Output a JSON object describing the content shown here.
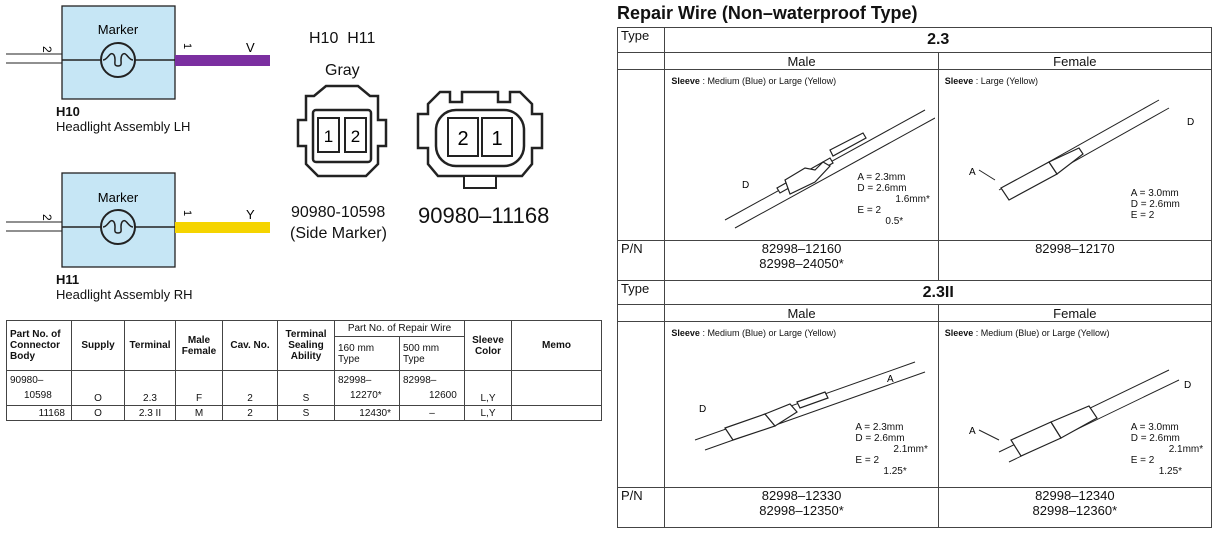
{
  "wiring": {
    "h10": {
      "box_label": "Marker",
      "id": "H10",
      "name": "Headlight Assembly LH",
      "pin_left": "2",
      "pin_right": "1",
      "wire_color": "V"
    },
    "h11": {
      "box_label": "Marker",
      "id": "H11",
      "name": "Headlight Assembly RH",
      "pin_left": "2",
      "pin_right": "1",
      "wire_color": "Y"
    },
    "colors": {
      "violet": "#7b2fa0",
      "yellow": "#f5d400",
      "box_fill": "#c6e6f5"
    }
  },
  "connectors": {
    "header": "H10  H11",
    "color": "Gray",
    "left": {
      "pins": [
        "1",
        "2"
      ],
      "part": "90980-10598",
      "note": "(Side Marker)"
    },
    "right": {
      "pins": [
        "2",
        "1"
      ],
      "part": "90980–11168"
    }
  },
  "parts_table": {
    "headers": {
      "part_no": "Part No. of Connector Body",
      "supply": "Supply",
      "terminal": "Terminal",
      "male_female": "Male Female",
      "cav": "Cav. No.",
      "sealing": "Terminal Sealing Ability",
      "repair_wire": "Part No. of Repair Wire",
      "r160": "160 mm Type",
      "r500": "500 mm Type",
      "sleeve": "Sleeve Color",
      "memo": "Memo"
    },
    "row1": {
      "part_a": "90980–",
      "part_b": "10598",
      "supply": "O",
      "terminal": "2.3",
      "mf": "F",
      "cav": "2",
      "sealing": "S",
      "r160_a": "82998–",
      "r160_b": "12270*",
      "r500_a": "82998–",
      "r500_b": "12600",
      "sleeve": "L,Y",
      "memo": ""
    },
    "row2": {
      "part": "11168",
      "supply": "O",
      "terminal": "2.3 II",
      "mf": "M",
      "cav": "2",
      "sealing": "S",
      "r160": "12430*",
      "r500": "–",
      "sleeve": "L,Y",
      "memo": ""
    }
  },
  "repair_wire": {
    "title": "Repair Wire (Non–waterproof Type)",
    "type_label": "Type",
    "pn_label": "P/N",
    "male_label": "Male",
    "female_label": "Female",
    "sleeve_prefix": "Sleeve",
    "t1": {
      "name": "2.3",
      "male": {
        "sleeve": ": Medium (Blue) or Large (Yellow)",
        "A": "A = 2.3mm",
        "D": "D = 2.6mm",
        "D2": "1.6mm*",
        "E": "E = 2",
        "E2": "0.5*",
        "pn1": "82998–12160",
        "pn2": "82998–24050*"
      },
      "female": {
        "sleeve": ": Large (Yellow)",
        "A": "A = 3.0mm",
        "D": "D = 2.6mm",
        "E": "E = 2",
        "pn1": "82998–12170"
      }
    },
    "t2": {
      "name": "2.3II",
      "male": {
        "sleeve": ": Medium (Blue) or Large (Yellow)",
        "A": "A = 2.3mm",
        "D": "D = 2.6mm",
        "D2": "2.1mm*",
        "E": "E = 2",
        "E2": "1.25*",
        "pn1": "82998–12330",
        "pn2": "82998–12350*"
      },
      "female": {
        "sleeve": ": Medium (Blue) or Large (Yellow)",
        "A": "A = 3.0mm",
        "D": "D = 2.6mm",
        "D2": "2.1mm*",
        "E": "E = 2",
        "E2": "1.25*",
        "pn1": "82998–12340",
        "pn2": "82998–12360*"
      }
    },
    "dim_a": "A",
    "dim_d": "D"
  }
}
